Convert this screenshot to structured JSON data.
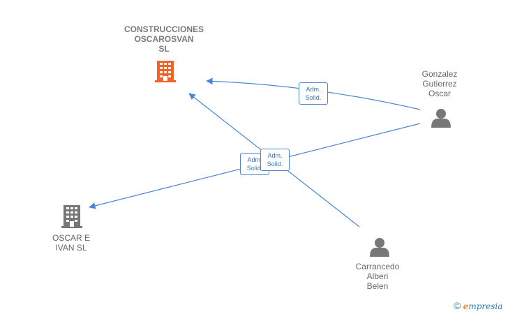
{
  "colors": {
    "edge": "#4a86d4",
    "main_company": "#f0632a",
    "company": "#777777",
    "person": "#777777"
  },
  "nodes": {
    "construcciones": {
      "lines": [
        "CONSTRUCCIONES",
        "OSCAROSVAN",
        "SL"
      ],
      "icon": "building-icon"
    },
    "oscar_ivan": {
      "lines": [
        "OSCAR E",
        "IVAN SL"
      ],
      "icon": "building-icon"
    },
    "gonzalez": {
      "lines": [
        "Gonzalez",
        "Gutierrez",
        "Oscar"
      ],
      "icon": "person-icon"
    },
    "carrancedo": {
      "lines": [
        "Carrancedo",
        "Alberi",
        "Belen"
      ],
      "icon": "person-icon"
    }
  },
  "edges": [
    {
      "from": "gonzalez",
      "to": "construcciones",
      "label": [
        "Adm.",
        "Solid."
      ]
    },
    {
      "from": "gonzalez",
      "to": "oscar_ivan",
      "label": [
        "Adm.",
        "Solid."
      ]
    },
    {
      "from": "carrancedo",
      "to": "construcciones",
      "label": [
        "Adm.",
        "Solid."
      ]
    }
  ],
  "footer": {
    "copyright": "©",
    "brand_first": "e",
    "brand_rest": "mpresia"
  }
}
